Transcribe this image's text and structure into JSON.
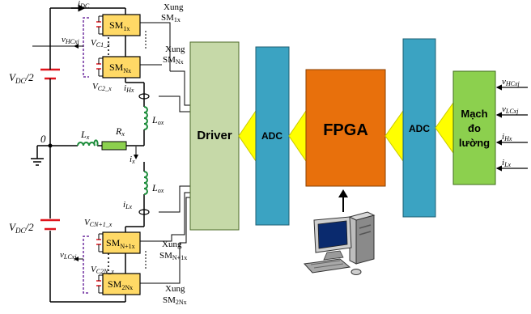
{
  "labels": {
    "i_dc": "i",
    "i_dc_sub": "DC",
    "vdc_top": "V",
    "vdc_top_sub": "DC",
    "vdc_top_suf": "/2",
    "vdc_bot": "V",
    "vdc_bot_sub": "DC",
    "vdc_bot_suf": "/2",
    "zero": "0",
    "v_hcxj": "v",
    "v_hcxj_sub": "HCxj",
    "v_c1x": "V",
    "v_c1x_sub": "C1_x",
    "v_c2x": "V",
    "v_c2x_sub": "C2_x",
    "v_cn1x": "V",
    "v_cn1x_sub": "CN+1_x",
    "v_c2nx": "V",
    "v_c2nx_sub": "C2N_x",
    "v_lcxj": "v",
    "v_lcxj_sub": "LCxj",
    "i_hx": "i",
    "i_hx_sub": "Hx",
    "i_lx": "i",
    "i_lx_sub": "Lx",
    "i_x": "i",
    "i_x_sub": "x",
    "l_ox_top": "L",
    "l_ox_top_sub": "ox",
    "l_ox_bot": "L",
    "l_ox_bot_sub": "ox",
    "l_x": "L",
    "l_x_sub": "x",
    "r_x": "R",
    "r_x_sub": "x"
  },
  "modules": {
    "sm1": "SM",
    "sm1_sub": "1x",
    "smn": "SM",
    "smn_sub": "Nx",
    "smn1": "SM",
    "smn1_sub": "N+1x",
    "sm2n": "SM",
    "sm2n_sub": "2Nx"
  },
  "pulses": {
    "p1_word": "Xung",
    "p1_sm": "SM",
    "p1_sub": "1x",
    "pn_word": "Xung",
    "pn_sm": "SM",
    "pn_sub": "Nx",
    "pn1_word": "Xung",
    "pn1_sm": "SM",
    "pn1_sub": "N+1x",
    "p2n_word": "Xung",
    "p2n_sm": "SM",
    "p2n_sub": "2Nx"
  },
  "blocks": {
    "driver": "Driver",
    "adc_left": "ADC",
    "fpga": "FPGA",
    "adc_right": "ADC",
    "measure_line1": "Mạch",
    "measure_line2": "đo",
    "measure_line3": "lường"
  },
  "inputs": {
    "in1": "v",
    "in1_sub": "HCxj",
    "in2": "v",
    "in2_sub": "LCxj",
    "in3": "i",
    "in3_sub": "Hx",
    "in4": "i",
    "in4_sub": "Lx"
  },
  "colors": {
    "driver": "#c6d9a8",
    "adc": "#3ba3c2",
    "fpga": "#e8700c",
    "measure": "#8cd04e",
    "module": "#ffd966",
    "arrow": "#ffff00",
    "inductor": "#1c8c3a",
    "capacitor": "#e0141c",
    "dashed": "#7030a0"
  },
  "icons": {
    "computer": "computer-icon"
  }
}
